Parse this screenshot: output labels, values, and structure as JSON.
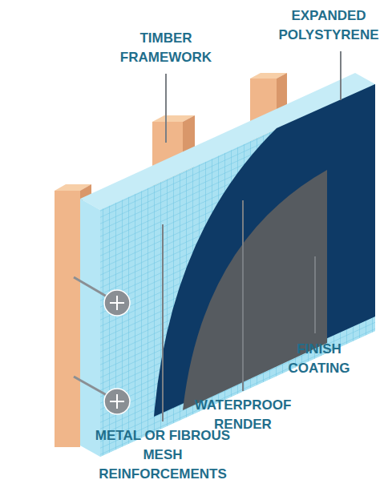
{
  "diagram": {
    "labels": [
      "EXPANDED POLYSTYRENE",
      "TIMBER FRAMEWORK",
      "WATERPROOF RENDER",
      "FINISH COATING",
      "METAL OR FIBROUS MESH REINFORCEMENTS"
    ]
  }
}
